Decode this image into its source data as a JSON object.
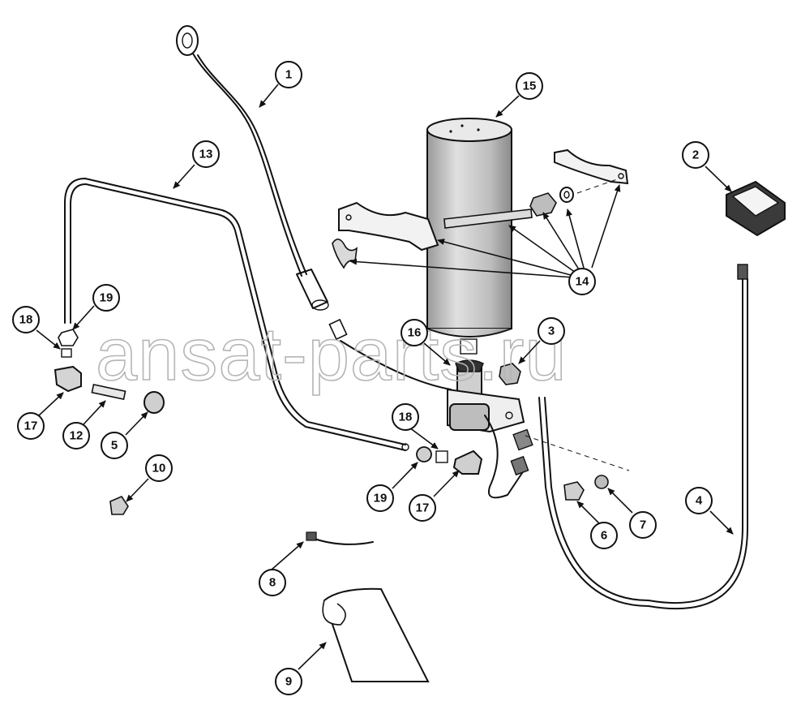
{
  "watermark": "ansat-parts.ru",
  "callouts": [
    "1",
    "2",
    "3",
    "4",
    "5",
    "6",
    "7",
    "8",
    "9",
    "10",
    "12",
    "13",
    "14",
    "15",
    "16",
    "17",
    "18",
    "19"
  ],
  "callout_instances": [
    {
      "id": "1"
    },
    {
      "id": "2"
    },
    {
      "id": "3"
    },
    {
      "id": "4"
    },
    {
      "id": "5"
    },
    {
      "id": "6"
    },
    {
      "id": "7"
    },
    {
      "id": "8"
    },
    {
      "id": "9"
    },
    {
      "id": "10"
    },
    {
      "id": "12"
    },
    {
      "id": "13"
    },
    {
      "id": "14"
    },
    {
      "id": "15"
    },
    {
      "id": "16"
    },
    {
      "id": "17"
    },
    {
      "id": "17"
    },
    {
      "id": "18"
    },
    {
      "id": "18"
    },
    {
      "id": "19"
    },
    {
      "id": "19"
    }
  ]
}
